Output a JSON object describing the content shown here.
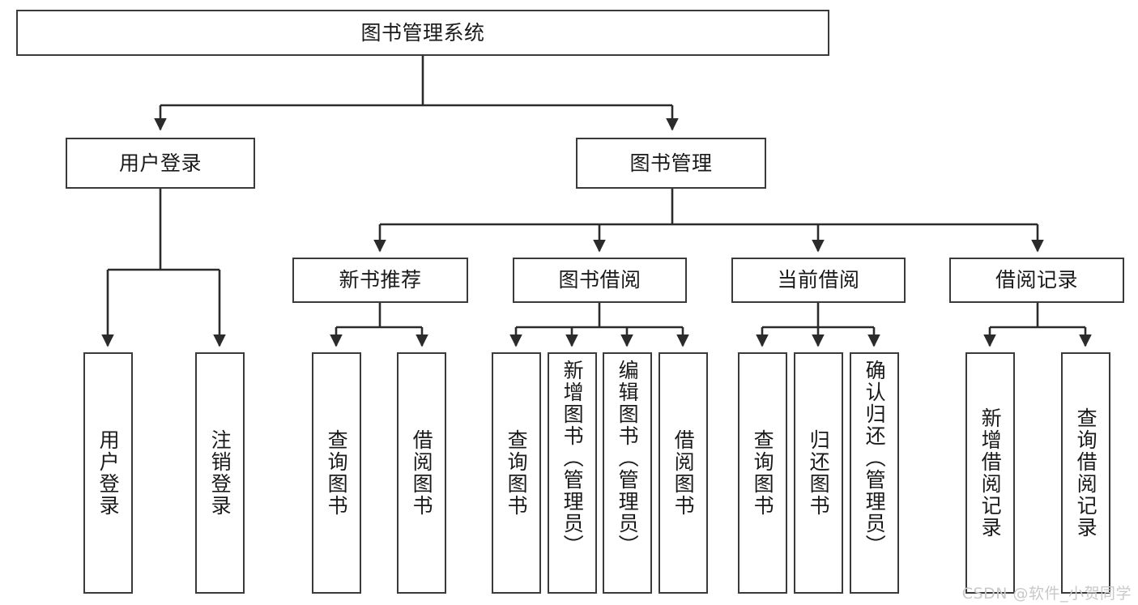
{
  "diagram": {
    "type": "tree",
    "title": "图书管理系统",
    "orientation": "top-down",
    "colors": {
      "box_border": "#3a3a3a",
      "box_fill": "#ffffff",
      "edge": "#2b2b2b",
      "text": "#1a1a1a",
      "watermark": "#c9c9c9"
    },
    "watermark": "CSDN @软件_小贺同学",
    "root": {
      "label": "图书管理系统"
    },
    "level2": [
      {
        "label": "用户登录"
      },
      {
        "label": "图书管理"
      }
    ],
    "level3": [
      {
        "label": "新书推荐"
      },
      {
        "label": "图书借阅"
      },
      {
        "label": "当前借阅"
      },
      {
        "label": "借阅记录"
      }
    ],
    "leaves": {
      "user_login": [
        {
          "label": "用户登录"
        },
        {
          "label": "注销登录"
        }
      ],
      "new_book_recommend": [
        {
          "label": "查询图书"
        },
        {
          "label": "借阅图书"
        }
      ],
      "book_borrow": [
        {
          "label": "查询图书"
        },
        {
          "label": "新增图书（管理员）"
        },
        {
          "label": "编辑图书（管理员）"
        },
        {
          "label": "借阅图书"
        }
      ],
      "current_borrow": [
        {
          "label": "查询图书"
        },
        {
          "label": "归还图书"
        },
        {
          "label": "确认归还（管理员）"
        }
      ],
      "borrow_records": [
        {
          "label": "新增借阅记录"
        },
        {
          "label": "查询借阅记录"
        }
      ]
    }
  }
}
